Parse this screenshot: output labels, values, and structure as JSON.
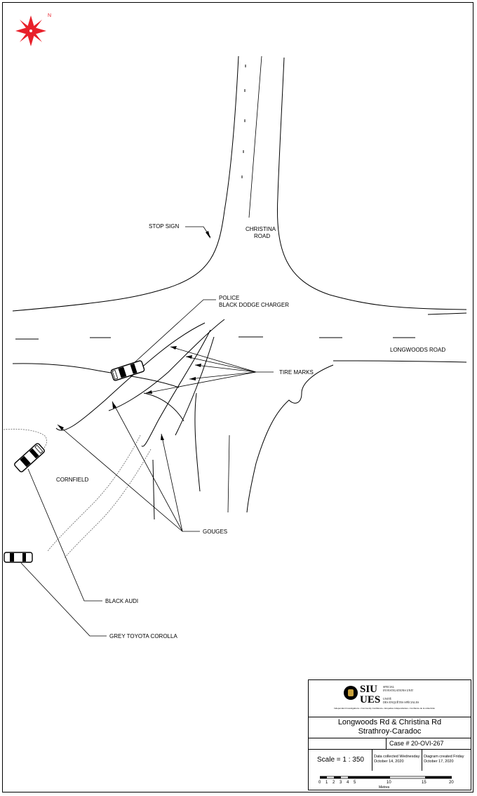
{
  "compass": {
    "north_marker": "N",
    "icon": "compass-rose-icon",
    "color": "#e8202a"
  },
  "labels": {
    "stop_sign": "STOP SIGN",
    "christina_road_1": "CHRISTINA",
    "christina_road_2": "ROAD",
    "police_1": "POLICE",
    "police_2": "BLACK DODGE CHARGER",
    "longwoods_road": "LONGWOODS ROAD",
    "tire_marks": "TIRE MARKS",
    "cornfield": "CORNFIELD",
    "gouges": "GOUGES",
    "black_audi": "BLACK AUDI",
    "grey_toyota": "GREY TOYOTA COROLLA"
  },
  "title_block": {
    "logo_siu": "SIU",
    "logo_ues": "UES",
    "logo_unit_en_1": "SPECIAL",
    "logo_unit_en_2": "INVESTIGATIONS UNIT",
    "logo_unit_fr_1": "UNITÉ",
    "logo_unit_fr_2": "DES ENQUÊTES SPÉCIALES",
    "logo_tagline": "Independent Investigations • Community Confidence • Enquêtes indépendantes • Confiance de la collectivité",
    "location_1": "Longwoods Rd & Christina Rd",
    "location_2": "Strathroy-Caradoc",
    "case_number": "Case # 20-OVI-267",
    "scale": "Scale = 1 : 350",
    "data_collected_1": "Data collected Wednesday",
    "data_collected_2": "October 14, 2020",
    "diagram_created_1": "Diagram created Friday",
    "diagram_created_2": "October 17, 2020",
    "scale_ticks": [
      "0",
      "1",
      "2",
      "3",
      "4",
      "5",
      "10",
      "15",
      "20"
    ],
    "scale_unit": "Metres"
  }
}
